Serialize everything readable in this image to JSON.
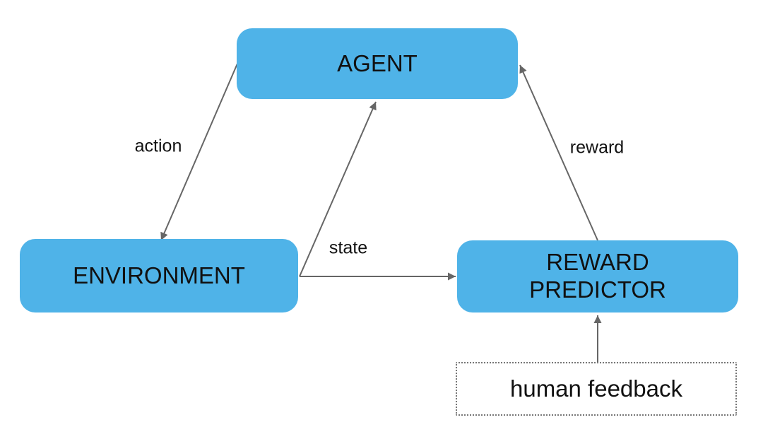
{
  "diagram": {
    "nodes": {
      "agent": {
        "label": "AGENT"
      },
      "environment": {
        "label": "ENVIRONMENT"
      },
      "reward_predictor": {
        "label": "REWARD\nPREDICTOR"
      },
      "human_feedback": {
        "label": "human feedback"
      }
    },
    "edges": {
      "action": {
        "label": "action",
        "from": "agent",
        "to": "environment"
      },
      "state_to_agent": {
        "label": "",
        "from": "environment",
        "to": "agent"
      },
      "state": {
        "label": "state",
        "from": "environment",
        "to": "reward_predictor"
      },
      "reward": {
        "label": "reward",
        "from": "reward_predictor",
        "to": "agent"
      },
      "human_feedback": {
        "label": "",
        "from": "human_feedback",
        "to": "reward_predictor"
      }
    },
    "colors": {
      "node_fill": "#4FB3E8",
      "arrow_color": "#666666",
      "text_color": "#111111",
      "background": "#FFFFFF",
      "dotted_border": "#777777"
    }
  }
}
